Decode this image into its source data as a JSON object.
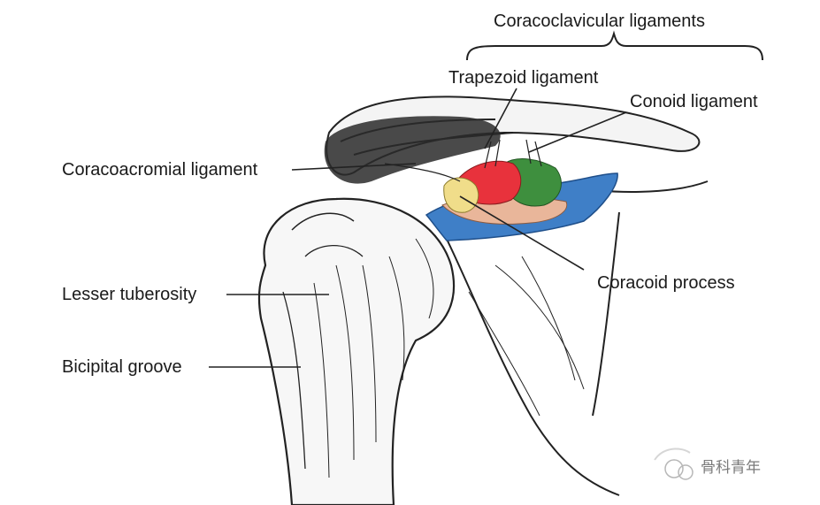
{
  "labels": {
    "group": "Coracoclavicular ligaments",
    "trapezoid": "Trapezoid ligament",
    "conoid": "Conoid ligament",
    "coracoacromial": "Coracoacromial ligament",
    "coracoid": "Coracoid process",
    "lesser_tuberosity": "Lesser tuberosity",
    "bicipital_groove": "Bicipital groove"
  },
  "watermark": {
    "text": "骨科青年"
  },
  "colors": {
    "trapezoid_red": "#e8323c",
    "conoid_green": "#3e8f3e",
    "coracoacromial_blue": "#3f7fc7",
    "coracoid_tan": "#e9b69a",
    "tip_yellow": "#f0dd8a",
    "line": "#222222"
  }
}
